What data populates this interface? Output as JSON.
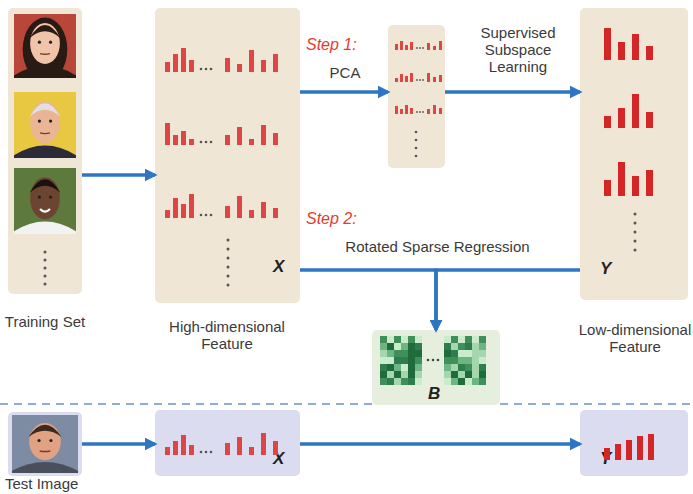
{
  "diagram": {
    "nodes": [
      {
        "text": [
          "Training Set"
        ]
      },
      {
        "text": [
          "X",
          "High-dimensional Feature"
        ]
      },
      {
        "text": []
      },
      {
        "text": [
          "Y",
          "Low-dimensional Feature"
        ]
      },
      {
        "text": [
          "B"
        ]
      },
      {
        "text": [
          "Test Image"
        ]
      },
      {
        "text": [
          "X"
        ]
      },
      {
        "text": [
          "Y"
        ]
      }
    ],
    "edges": [
      {
        "from": 0,
        "to": 1,
        "arrow": "to"
      },
      {
        "from": 1,
        "to": 2,
        "label": "PCA",
        "arrow": "to"
      },
      {
        "from": 2,
        "to": 3,
        "label": "Supervised Subspace Learning",
        "arrow": "to"
      },
      {
        "from": 1,
        "to": 4,
        "label": "Rotated Sparse Regression",
        "arrow": "to"
      },
      {
        "from": 3,
        "to": 4,
        "arrow": "to"
      },
      {
        "from": 5,
        "to": 6,
        "arrow": "to"
      },
      {
        "from": 6,
        "to": 7,
        "arrow": "to"
      }
    ],
    "labels": [
      "Step 1:",
      "Step 2:"
    ]
  }
}
